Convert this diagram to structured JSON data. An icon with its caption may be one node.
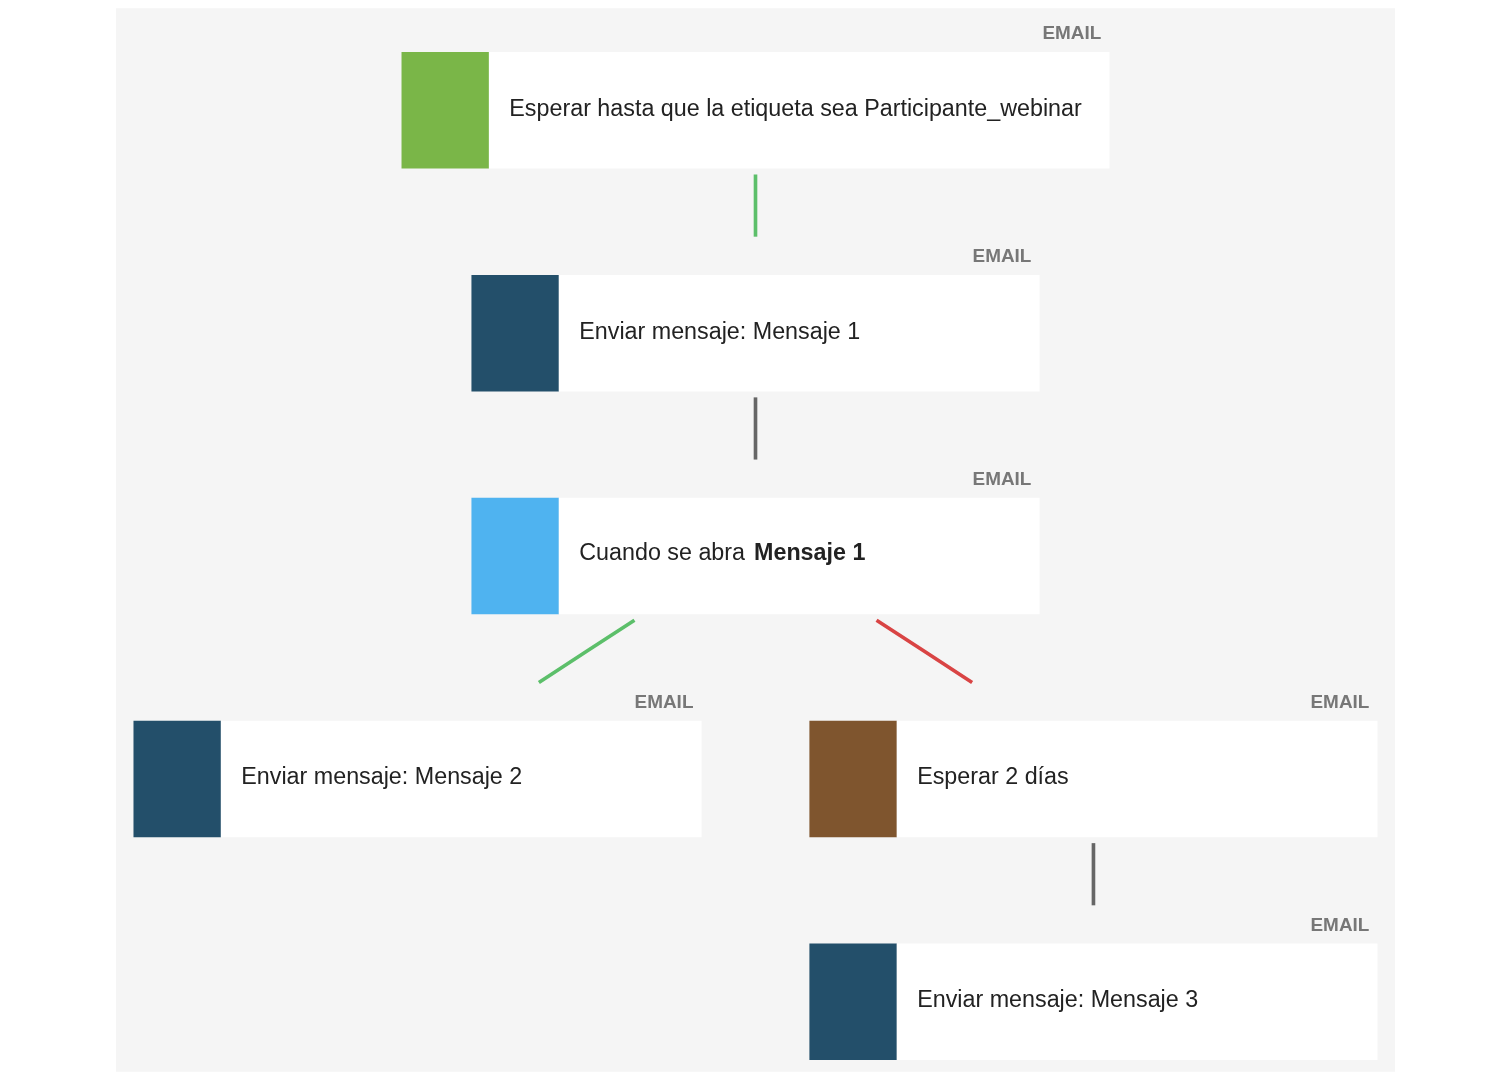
{
  "diagram": {
    "nodes": [
      {
        "text": [
          "EMAIL",
          "Esperar hasta que la etiqueta sea Participante_webinar"
        ]
      },
      {
        "text": [
          "EMAIL",
          "Enviar mensaje: Mensaje 1"
        ]
      },
      {
        "text": [
          "EMAIL",
          "Cuando se abra **Mensaje 1**"
        ]
      },
      {
        "text": [
          "EMAIL",
          "Enviar mensaje: Mensaje 2"
        ]
      },
      {
        "text": [
          "EMAIL",
          "Esperar 2 días"
        ]
      },
      {
        "text": [
          "EMAIL",
          "Enviar mensaje: Mensaje 3"
        ]
      }
    ],
    "edges": [
      {
        "from": 0,
        "to": 1,
        "arrow": "none",
        "color": "#5cbf6a"
      },
      {
        "from": 1,
        "to": 2,
        "arrow": "none"
      },
      {
        "from": 2,
        "to": 3,
        "arrow": "none",
        "color": "#5cbf6a"
      },
      {
        "from": 2,
        "to": 4,
        "arrow": "none",
        "color": "#d94444"
      },
      {
        "from": 4,
        "to": 5,
        "arrow": "none"
      }
    ]
  }
}
